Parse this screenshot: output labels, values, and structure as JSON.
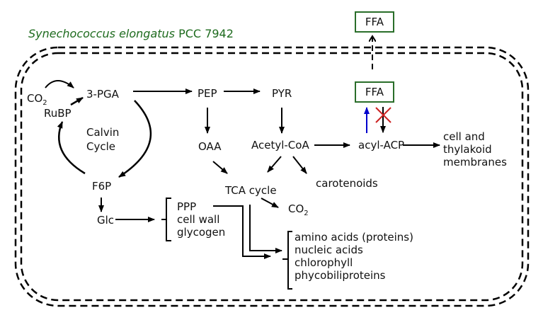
{
  "title": {
    "species_italic": "Synechococcus elongatus",
    "strain": "PCC 7942",
    "color": "#1e6b1e"
  },
  "nodes": {
    "co2_in": {
      "main": "CO",
      "sub": "2"
    },
    "rubp": "RuBP",
    "pga": "3-PGA",
    "calvin_1": "Calvin",
    "calvin_2": "Cycle",
    "f6p": "F6P",
    "glc": "Glc",
    "pep": "PEP",
    "pyr": "PYR",
    "oaa": "OAA",
    "acetyl_coa": "Acetyl-CoA",
    "acyl_acp": "acyl-ACP",
    "tca": "TCA cycle",
    "co2_out": {
      "main": "CO",
      "sub": "2"
    },
    "carotenoids": "carotenoids",
    "ffa_inner": "FFA",
    "ffa_outer": "FFA",
    "membranes": [
      "cell and",
      "thylakoid",
      "membranes"
    ],
    "glc_products": [
      "PPP",
      "cell wall",
      "glycogen"
    ],
    "biosynthesis_products": [
      "amino acids (proteins)",
      "nucleic acids",
      "chlorophyll",
      "phycobiliproteins"
    ]
  },
  "colors": {
    "ffa_box_border": "#2a6e2a",
    "up_arrow": "#0000cc",
    "block_cross": "#cc2222",
    "membrane": "#000000"
  }
}
